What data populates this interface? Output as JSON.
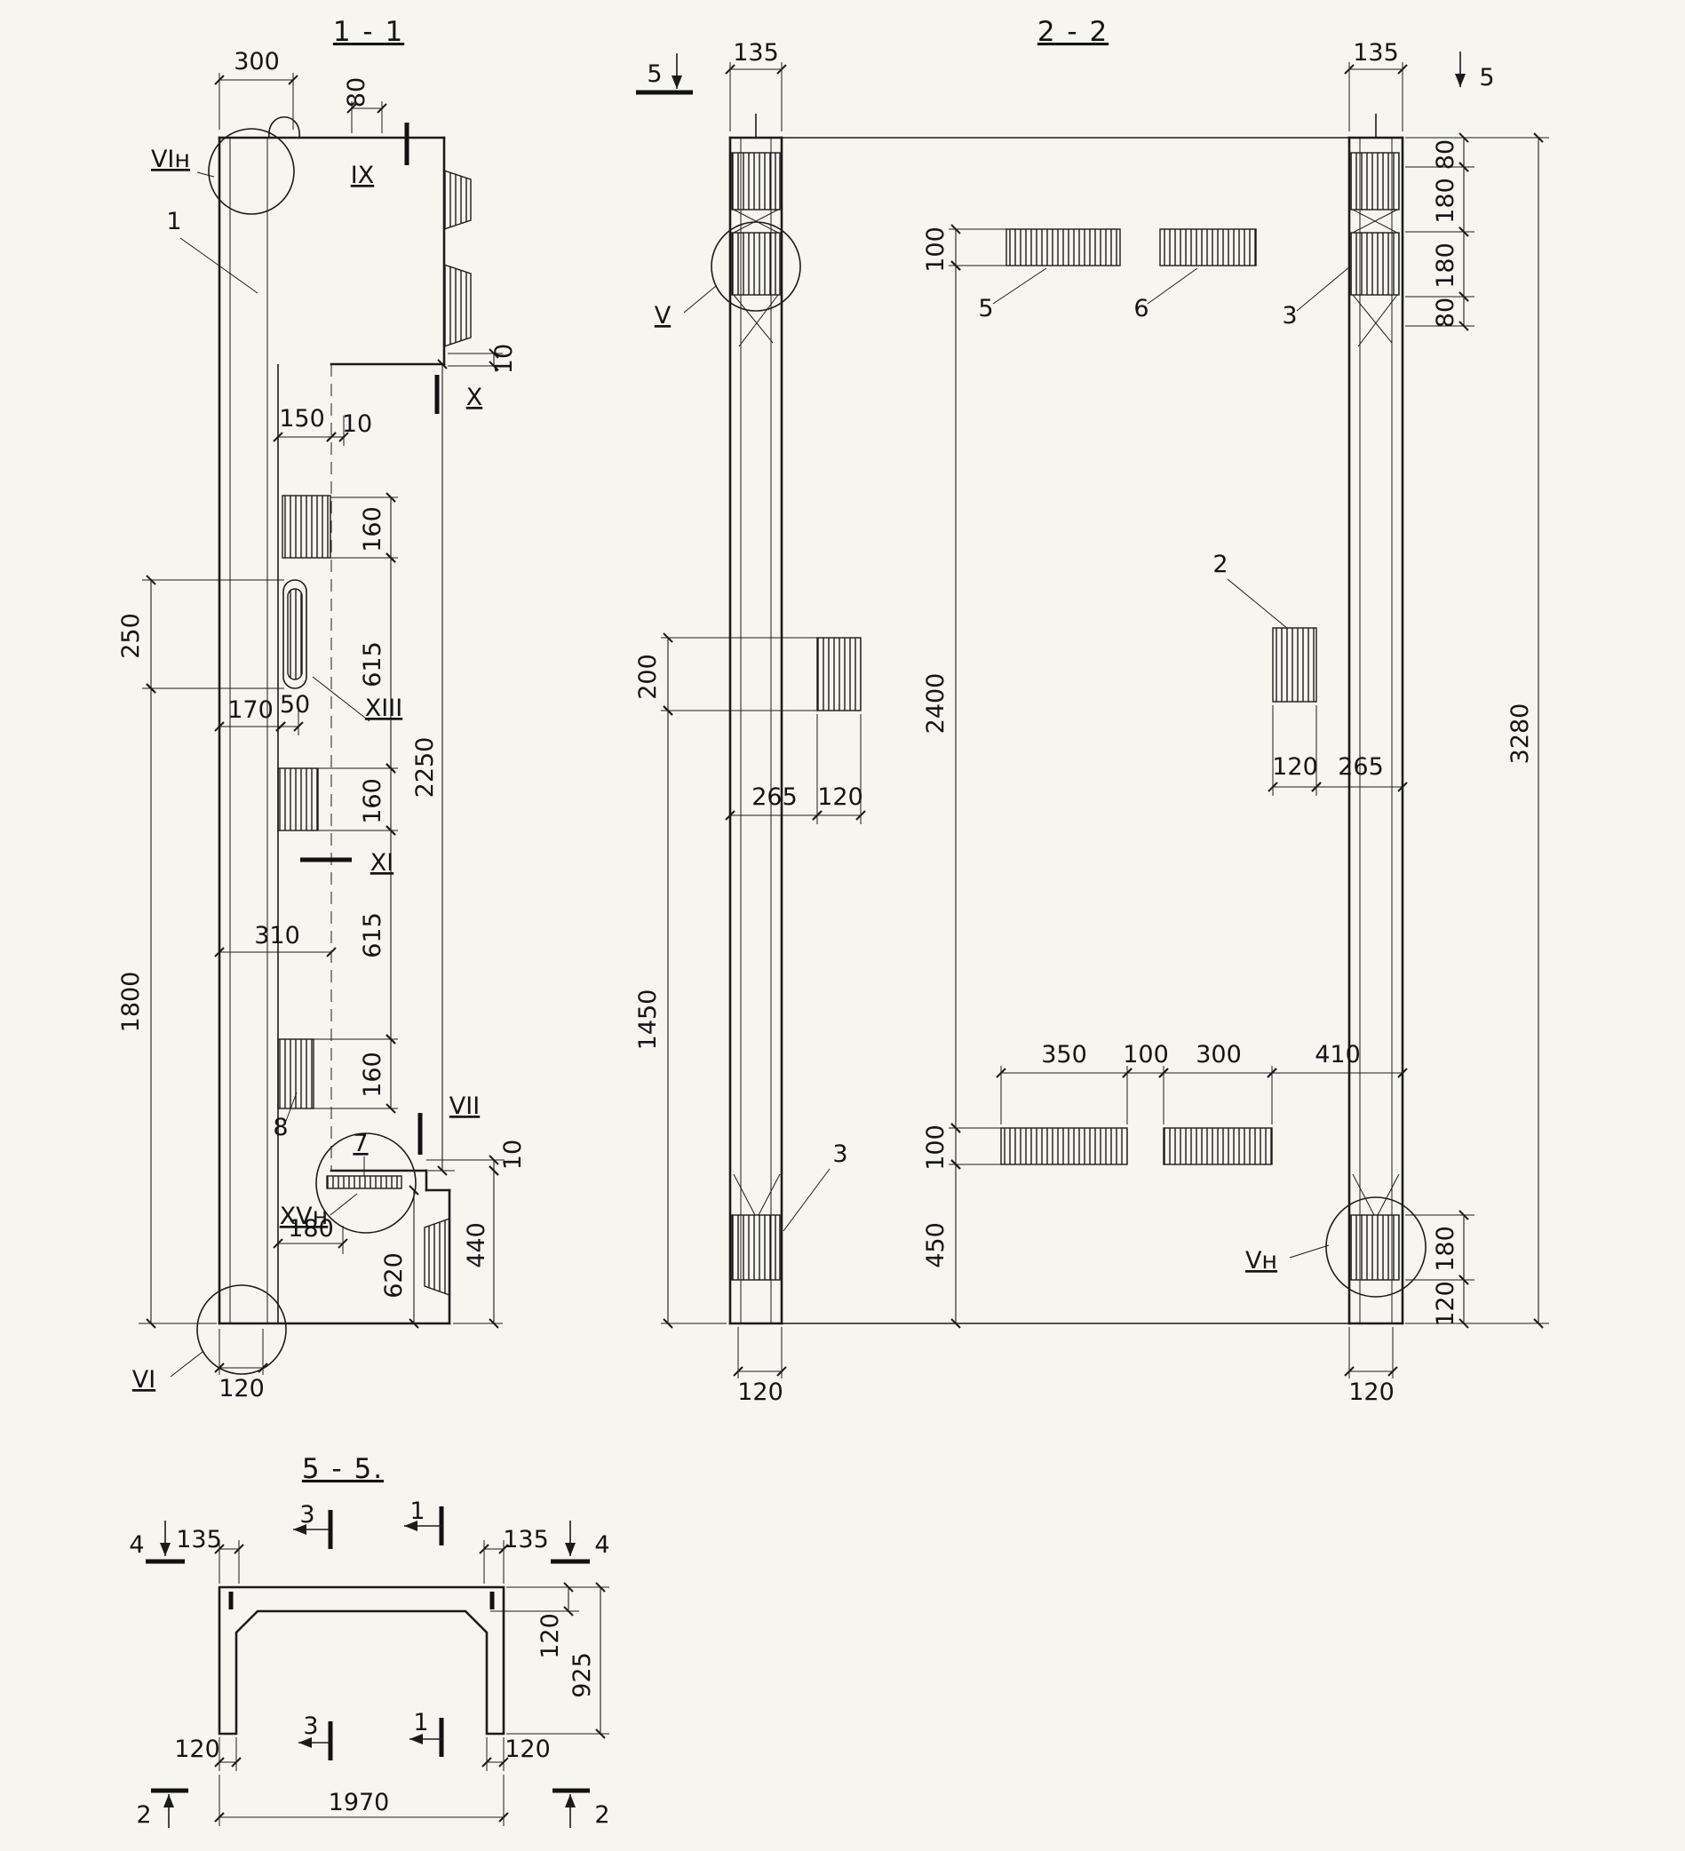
{
  "s11": {
    "title": "1 - 1",
    "labels": {
      "vin": "VIн",
      "p1": "1",
      "ix": "IX",
      "x": "X",
      "xiii": "XIII",
      "xi": "XI",
      "p8": "8",
      "p7": "7",
      "vii": "VII",
      "xvn": "XVн",
      "vi": "VI"
    },
    "dims": {
      "d300": "300",
      "d80": "80",
      "d10a": "10",
      "d150": "150",
      "d10b": "10",
      "d160a": "160",
      "d615a": "615",
      "d160b": "160",
      "d615b": "615",
      "d160c": "160",
      "d2250": "2250",
      "d250": "250",
      "d1800": "1800",
      "d170": "170",
      "d50": "50",
      "d310": "310",
      "d180": "180",
      "d440": "440",
      "d620": "620",
      "d10c": "10",
      "d120": "120"
    }
  },
  "s22": {
    "title": "2 - 2",
    "labels": {
      "v": "V",
      "vn": "Vн",
      "p5": "5",
      "p6": "6",
      "p2": "2",
      "p3a": "3",
      "p3b": "3",
      "secL": "5",
      "secR": "5"
    },
    "dims": {
      "d135L": "135",
      "d135R": "135",
      "d80a": "80",
      "d180a": "180",
      "d180b": "180",
      "d80b": "80",
      "d3280": "3280",
      "d100a": "100",
      "d2400": "2400",
      "d100b": "100",
      "d450": "450",
      "d200": "200",
      "d1450": "1450",
      "d265L": "265",
      "d120L": "120",
      "d120R": "120",
      "d265R": "265",
      "d350": "350",
      "d100c": "100",
      "d300": "300",
      "d410": "410",
      "d180c": "180",
      "d120c": "120",
      "d120bL": "120",
      "d120bR": "120"
    }
  },
  "s55": {
    "title": "5 - 5.",
    "labels": {
      "sec4L": "4",
      "sec4R": "4",
      "sec3t": "3",
      "sec1t": "1",
      "sec3b": "3",
      "sec1b": "1",
      "sec2L": "2",
      "sec2R": "2"
    },
    "dims": {
      "d135L": "135",
      "d135R": "135",
      "d120v": "120",
      "d925": "925",
      "d120bL": "120",
      "d120bR": "120",
      "d1970": "1970"
    }
  }
}
